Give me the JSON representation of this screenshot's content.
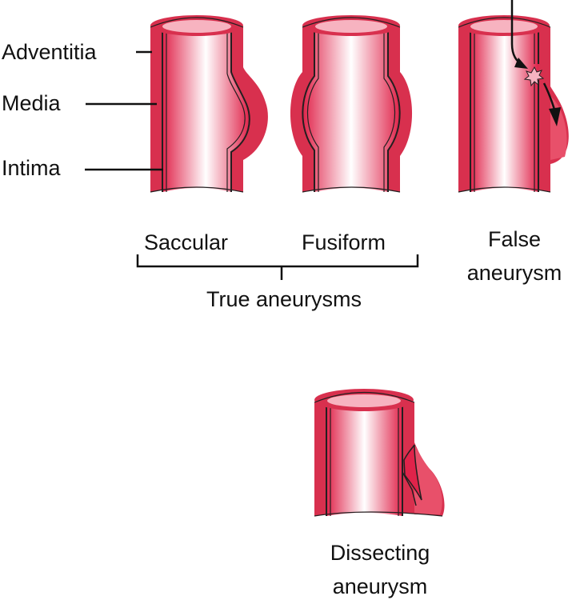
{
  "colors": {
    "wall_outer": "#d8304e",
    "wall_mid": "#e8506a",
    "lumen_dark": "#e0234a",
    "lumen_light": "#ffffff",
    "rim": "#f7b3c0",
    "outline": "#231f20",
    "arrow": "#111111"
  },
  "labels": {
    "adventitia": "Adventitia",
    "media": "Media",
    "intima": "Intima",
    "saccular": "Saccular",
    "fusiform": "Fusiform",
    "false_line1": "False",
    "false_line2": "aneurysm",
    "true_aneurysms": "True aneurysms",
    "dissecting_line1": "Dissecting",
    "dissecting_line2": "aneurysm"
  }
}
